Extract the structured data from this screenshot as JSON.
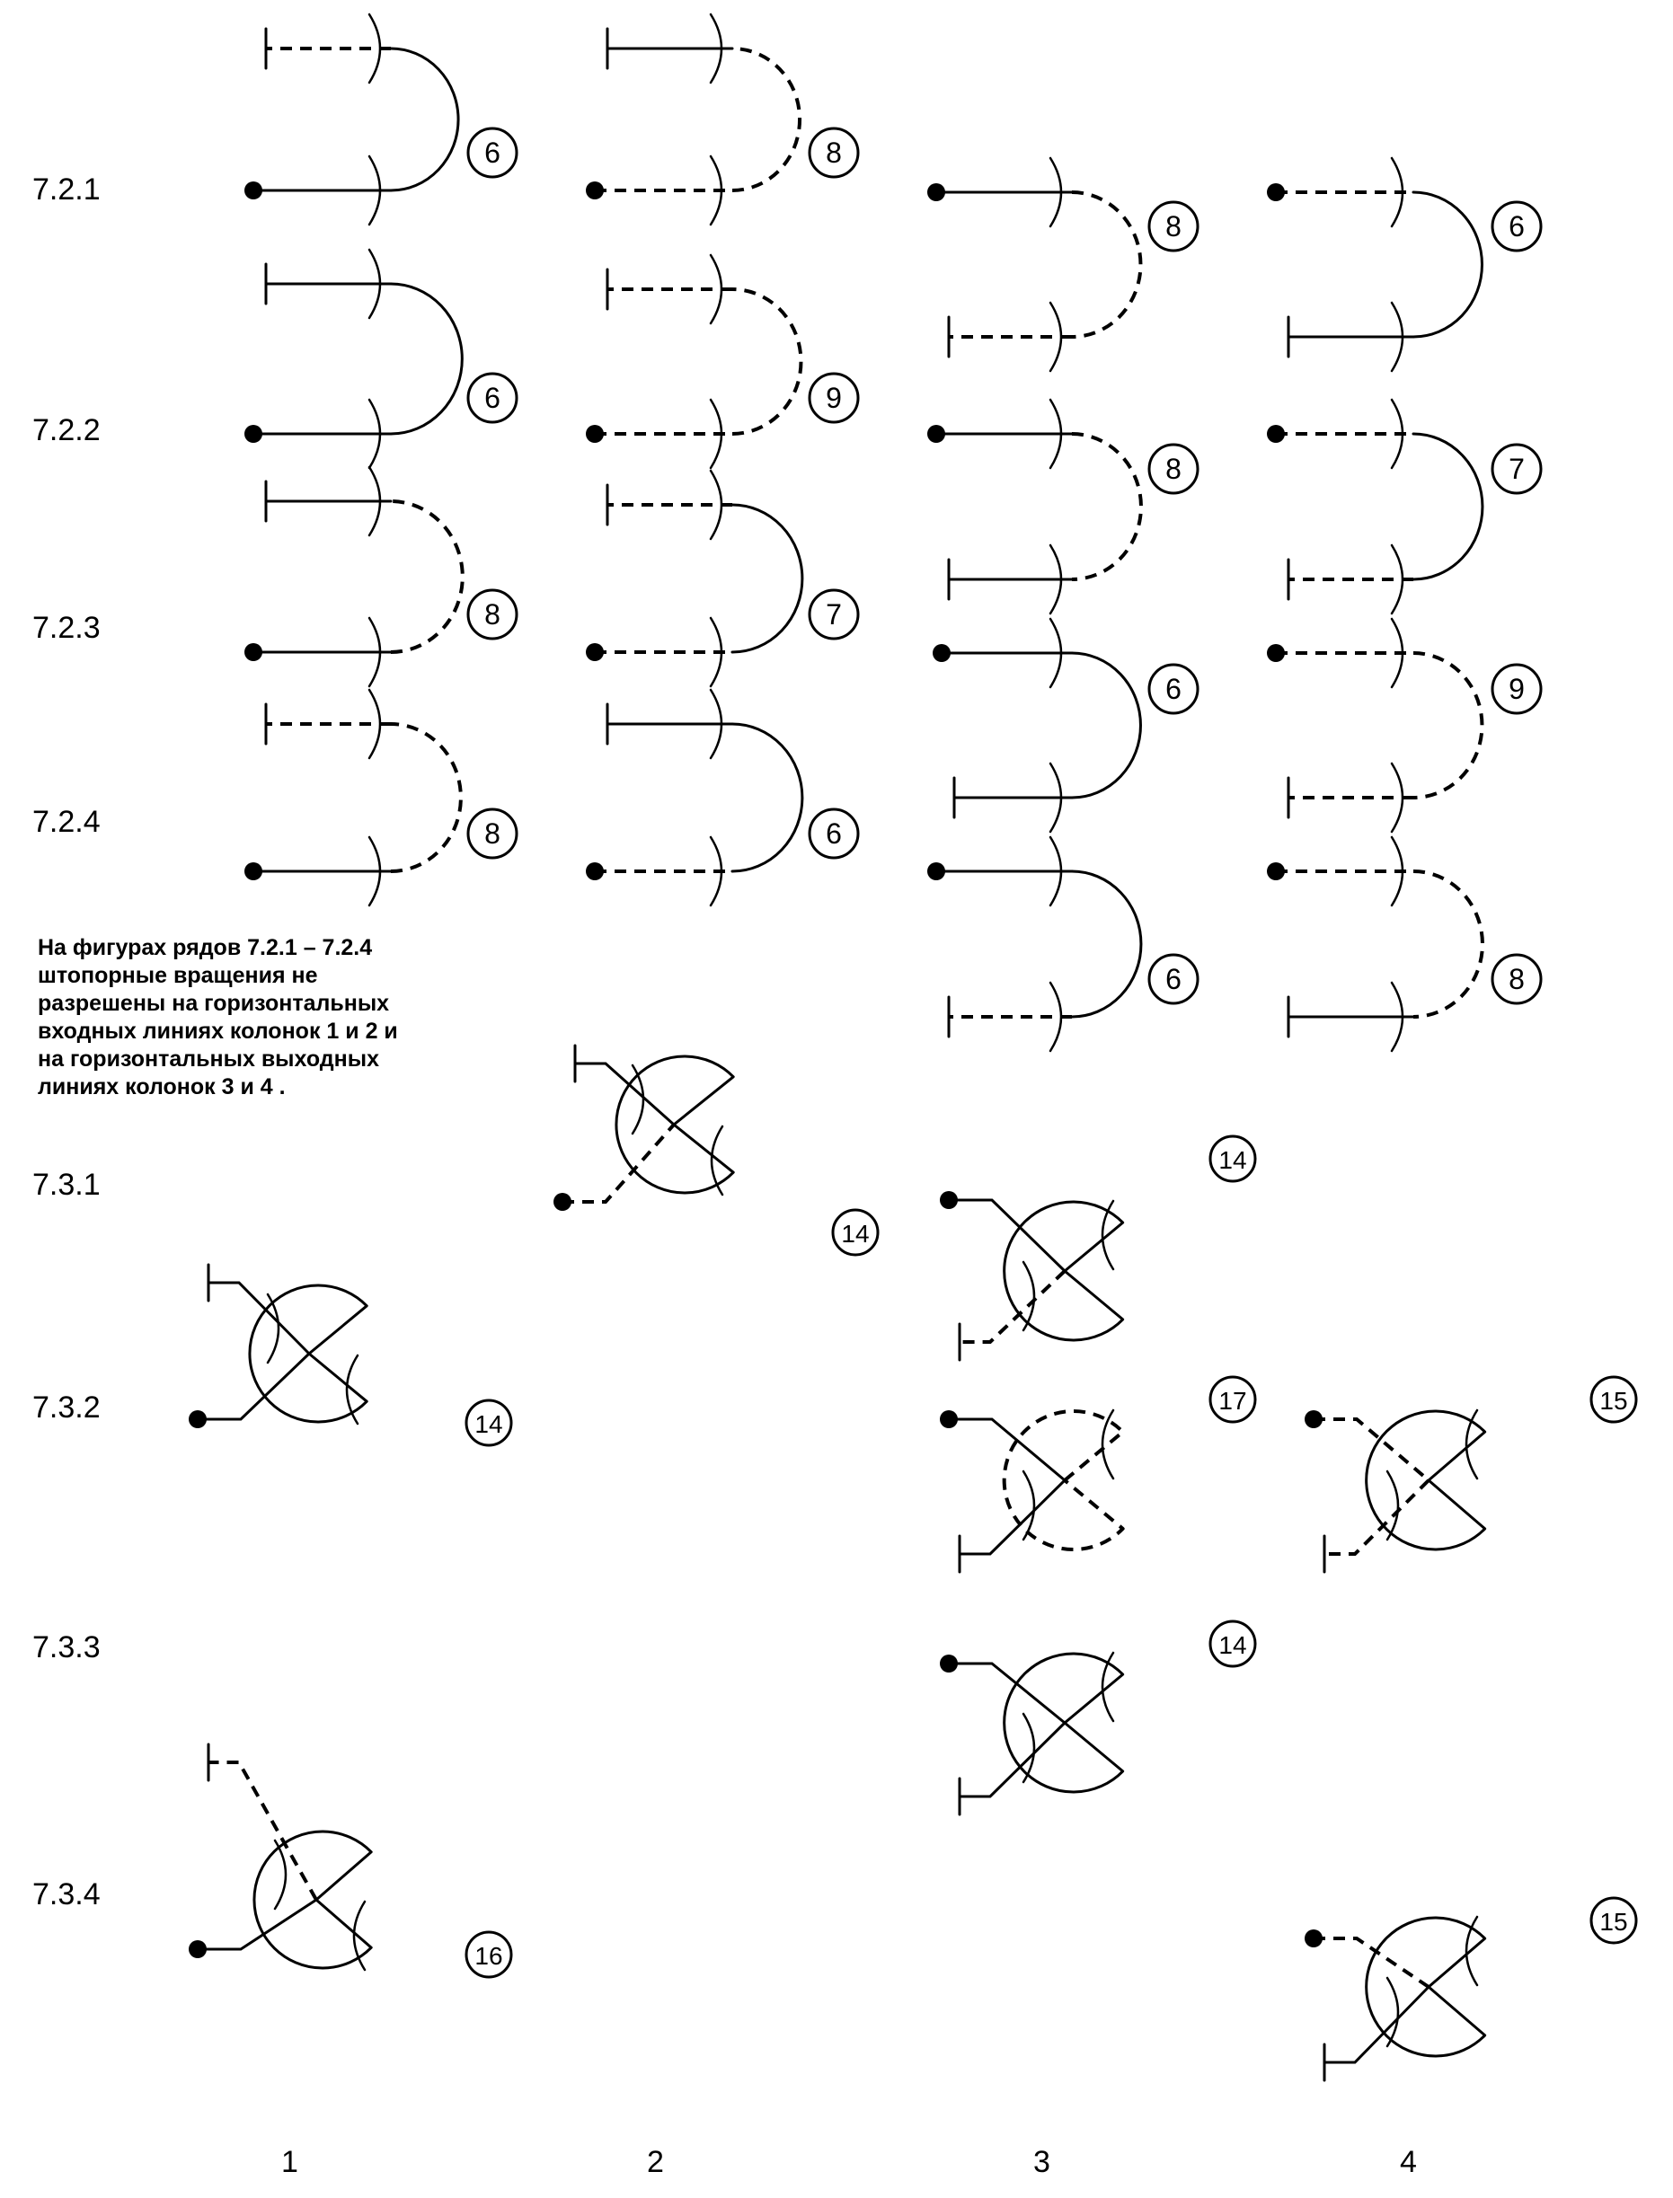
{
  "rows": [
    "7.2.1",
    "7.2.2",
    "7.2.3",
    "7.2.4",
    "7.3.1",
    "7.3.2",
    "7.3.3",
    "7.3.4"
  ],
  "columns": [
    "1",
    "2",
    "3",
    "4"
  ],
  "note": "На фигурах рядов 7.2.1 – 7.2.4\nштопорные вращения не\nразрешены на горизонтальных\nвходных линиях  колонок 1 и 2 и\nна горизонтальных выходных\nлиниях колонок 3 и 4 .",
  "figures": [
    {
      "row": "7.2.1",
      "column": "1",
      "type": "half-loop",
      "k": "6",
      "line_styles": {
        "entry": "solid",
        "arc": "solid",
        "exit": "dashed"
      }
    },
    {
      "row": "7.2.1",
      "column": "2",
      "type": "half-loop",
      "k": "8",
      "line_styles": {
        "entry": "dashed",
        "arc": "dashed",
        "exit": "solid"
      }
    },
    {
      "row": "7.2.1",
      "column": "3",
      "type": "half-loop",
      "k": "8",
      "line_styles": {
        "entry": "solid",
        "arc": "dashed",
        "exit": "dashed"
      }
    },
    {
      "row": "7.2.1",
      "column": "4",
      "type": "half-loop",
      "k": "6",
      "line_styles": {
        "entry": "dashed",
        "arc": "solid",
        "exit": "solid"
      }
    },
    {
      "row": "7.2.2",
      "column": "1",
      "type": "half-loop",
      "k": "6",
      "line_styles": {
        "entry": "solid",
        "arc": "solid",
        "exit": "solid"
      }
    },
    {
      "row": "7.2.2",
      "column": "2",
      "type": "half-loop",
      "k": "9",
      "line_styles": {
        "entry": "dashed",
        "arc": "dashed",
        "exit": "dashed"
      }
    },
    {
      "row": "7.2.2",
      "column": "3",
      "type": "half-loop",
      "k": "8",
      "line_styles": {
        "entry": "solid",
        "arc": "dashed",
        "exit": "solid"
      }
    },
    {
      "row": "7.2.2",
      "column": "4",
      "type": "half-loop",
      "k": "7",
      "line_styles": {
        "entry": "dashed",
        "arc": "solid",
        "exit": "dashed"
      }
    },
    {
      "row": "7.2.3",
      "column": "1",
      "type": "half-loop",
      "k": "8",
      "line_styles": {
        "entry": "solid",
        "arc": "dashed",
        "exit": "solid"
      }
    },
    {
      "row": "7.2.3",
      "column": "2",
      "type": "half-loop",
      "k": "7",
      "line_styles": {
        "entry": "dashed",
        "arc": "solid",
        "exit": "dashed"
      }
    },
    {
      "row": "7.2.3",
      "column": "3",
      "type": "half-loop",
      "k": "6",
      "line_styles": {
        "entry": "solid",
        "arc": "solid",
        "exit": "solid"
      }
    },
    {
      "row": "7.2.3",
      "column": "4",
      "type": "half-loop",
      "k": "9",
      "line_styles": {
        "entry": "dashed",
        "arc": "dashed",
        "exit": "dashed"
      }
    },
    {
      "row": "7.2.4",
      "column": "1",
      "type": "half-loop",
      "k": "8",
      "line_styles": {
        "entry": "solid",
        "arc": "dashed",
        "exit": "dashed"
      }
    },
    {
      "row": "7.2.4",
      "column": "2",
      "type": "half-loop",
      "k": "6",
      "line_styles": {
        "entry": "dashed",
        "arc": "solid",
        "exit": "solid"
      }
    },
    {
      "row": "7.2.4",
      "column": "3",
      "type": "half-loop",
      "k": "6",
      "line_styles": {
        "entry": "solid",
        "arc": "solid",
        "exit": "dashed"
      }
    },
    {
      "row": "7.2.4",
      "column": "4",
      "type": "half-loop",
      "k": "8",
      "line_styles": {
        "entry": "dashed",
        "arc": "dashed",
        "exit": "solid"
      }
    },
    {
      "row": "7.3.1",
      "column": "2",
      "type": "loop",
      "k": "14",
      "line_styles": {
        "entry": "dashed",
        "arc": "solid",
        "exit": "solid"
      }
    },
    {
      "row": "7.3.1",
      "column": "3",
      "type": "loop",
      "k": "14",
      "line_styles": {
        "entry": "solid",
        "arc": "solid",
        "exit": "dashed"
      }
    },
    {
      "row": "7.3.2",
      "column": "1",
      "type": "loop",
      "k": "14",
      "line_styles": {
        "entry": "solid",
        "arc": "solid",
        "exit": "solid"
      }
    },
    {
      "row": "7.3.2",
      "column": "3",
      "type": "loop",
      "k": "17",
      "line_styles": {
        "entry": "solid",
        "arc": "dashed",
        "exit": "solid"
      }
    },
    {
      "row": "7.3.2",
      "column": "4",
      "type": "loop",
      "k": "15",
      "line_styles": {
        "entry": "dashed",
        "arc": "solid",
        "exit": "dashed"
      }
    },
    {
      "row": "7.3.3",
      "column": "3",
      "type": "loop",
      "k": "14",
      "line_styles": {
        "entry": "solid",
        "arc": "solid",
        "exit": "solid"
      }
    },
    {
      "row": "7.3.4",
      "column": "1",
      "type": "loop",
      "k": "16",
      "line_styles": {
        "entry": "solid",
        "arc": "solid",
        "exit": "dashed"
      }
    },
    {
      "row": "7.3.4",
      "column": "4",
      "type": "loop",
      "k": "15",
      "line_styles": {
        "entry": "dashed",
        "arc": "solid",
        "exit": "solid"
      }
    }
  ]
}
